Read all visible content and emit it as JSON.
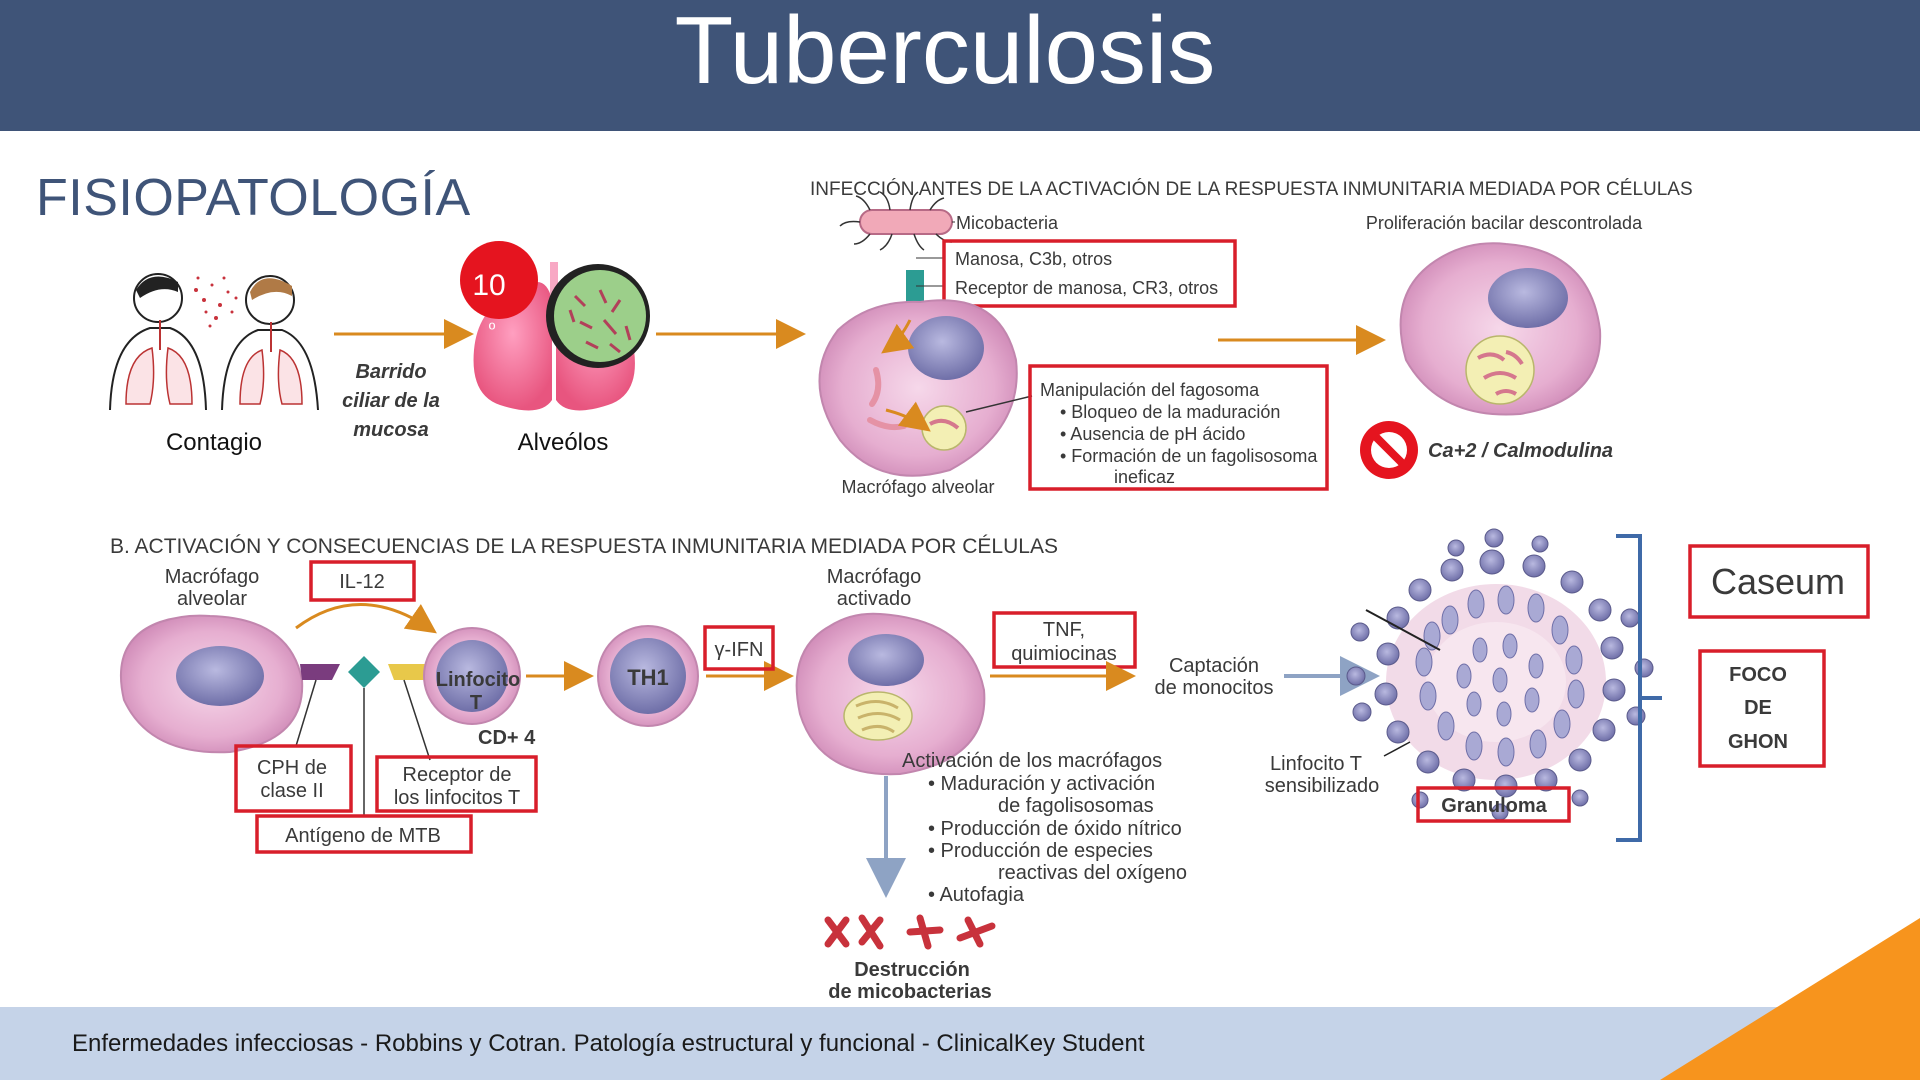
{
  "slide": {
    "title": "Tuberculosis",
    "subtitle": "FISIOPATOLOGÍA",
    "footer": "Enfermedades infecciosas - Robbins y Cotran. Patología estructural y funcional - ClinicalKey Student"
  },
  "colors": {
    "header_bg": "#3f5478",
    "footer_bg": "#c5d3e8",
    "accent_orange": "#f7941d",
    "highlight_red": "#d81e2a",
    "macrophage_pink": "#e9b4d4",
    "nucleus_purple": "#8787bd"
  },
  "panel_a": {
    "header": "INFECCIÓN ANTES DE LA ACTIVACIÓN DE LA RESPUESTA INMUNITARIA MEDIADA POR CÉLULAS",
    "contagio_label": "Contagio",
    "step_text": [
      "Barrido",
      "ciliar de la",
      "mucosa"
    ],
    "alveolos_label": "Alveólos",
    "badge": "10",
    "badge_sub": "º",
    "micobacteria": "Micobacteria",
    "receptor_lines": [
      "Manosa, C3b, otros",
      "Receptor de manosa, CR3, otros"
    ],
    "macrofago": "Macrófago alveolar",
    "manipulacion_lines": [
      "Manipulación del fagosoma",
      "• Bloqueo de la maduración",
      "• Ausencia de pH ácido",
      "• Formación de un fagolisosoma",
      "ineficaz"
    ],
    "proliferacion": "Proliferación bacilar descontrolada",
    "calmodulina": "Ca+2 / Calmodulina",
    "prohibited_icon": "no-entry-icon"
  },
  "panel_b": {
    "header": "B. ACTIVACIÓN Y CONSECUENCIAS DE LA RESPUESTA INMUNITARIA MEDIADA POR CÉLULAS",
    "macrofago_alveolar": [
      "Macrófago",
      "alveolar"
    ],
    "il12": "IL-12",
    "linfocito": [
      "Linfocito",
      "T"
    ],
    "cd4": "CD+ 4",
    "th1": "TH1",
    "ifn": "γ-IFN",
    "macrofago_activado": [
      "Macrófago",
      "activado"
    ],
    "tnf": [
      "TNF,",
      "quimiocinas"
    ],
    "captacion": [
      "Captación",
      "de monocitos"
    ],
    "cph": [
      "CPH de",
      "clase II"
    ],
    "receptor_linfocitos": [
      "Receptor de",
      "los linfocitos T"
    ],
    "antigeno": "Antígeno de MTB",
    "activacion_lines": [
      "Activación de los macrófagos",
      "• Maduración y activación",
      "de fagolisosomas",
      "• Producción de óxido nítrico",
      "• Producción de especies",
      "reactivas del oxígeno",
      "• Autofagia"
    ],
    "destruccion": [
      "Destrucción",
      "de micobacterias"
    ],
    "linfocito_sens": [
      "Linfocito T",
      "sensibilizado"
    ],
    "granuloma": "Granuloma",
    "caseum": "Caseum",
    "foco": [
      "FOCO",
      "DE",
      "GHON"
    ]
  }
}
